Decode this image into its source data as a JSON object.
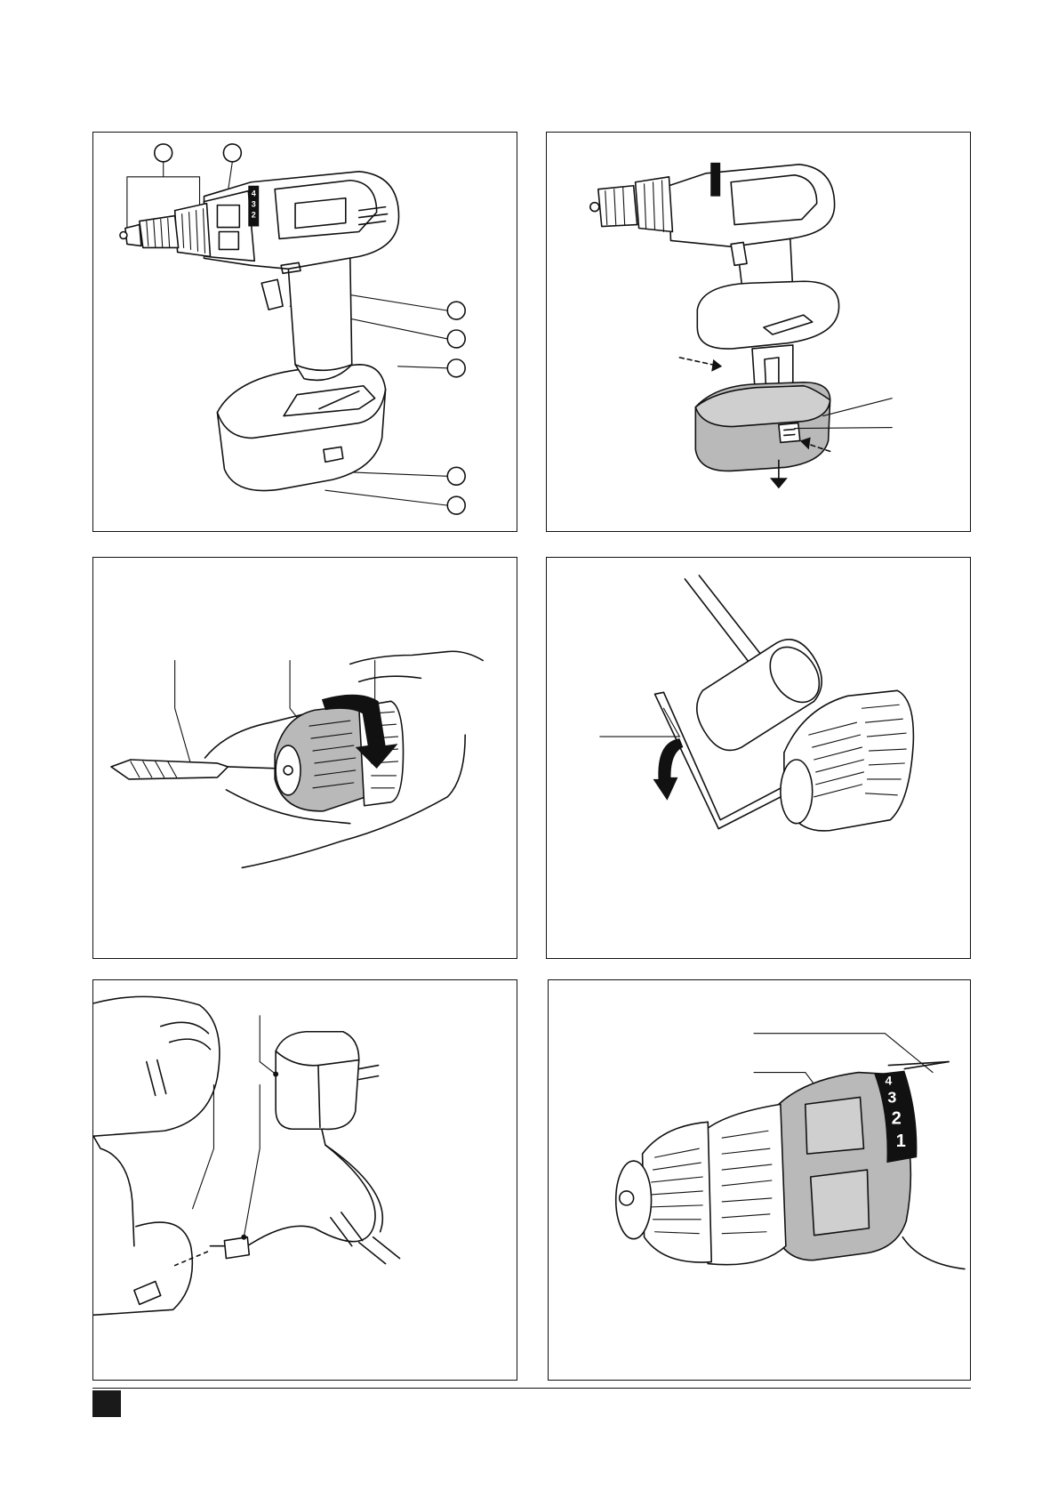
{
  "document": {
    "figures": [
      {
        "id": "fig-1",
        "description_hidden": true
      },
      {
        "id": "fig-2"
      },
      {
        "id": "fig-3"
      },
      {
        "id": "fig-4"
      },
      {
        "id": "fig-5"
      },
      {
        "id": "fig-6"
      }
    ],
    "dial_labels": [
      "1",
      "2",
      "3",
      "4"
    ],
    "colors": {
      "ink": "#111111",
      "shade": "#b9b9b9",
      "page_marker": "#1a1a1a"
    }
  }
}
